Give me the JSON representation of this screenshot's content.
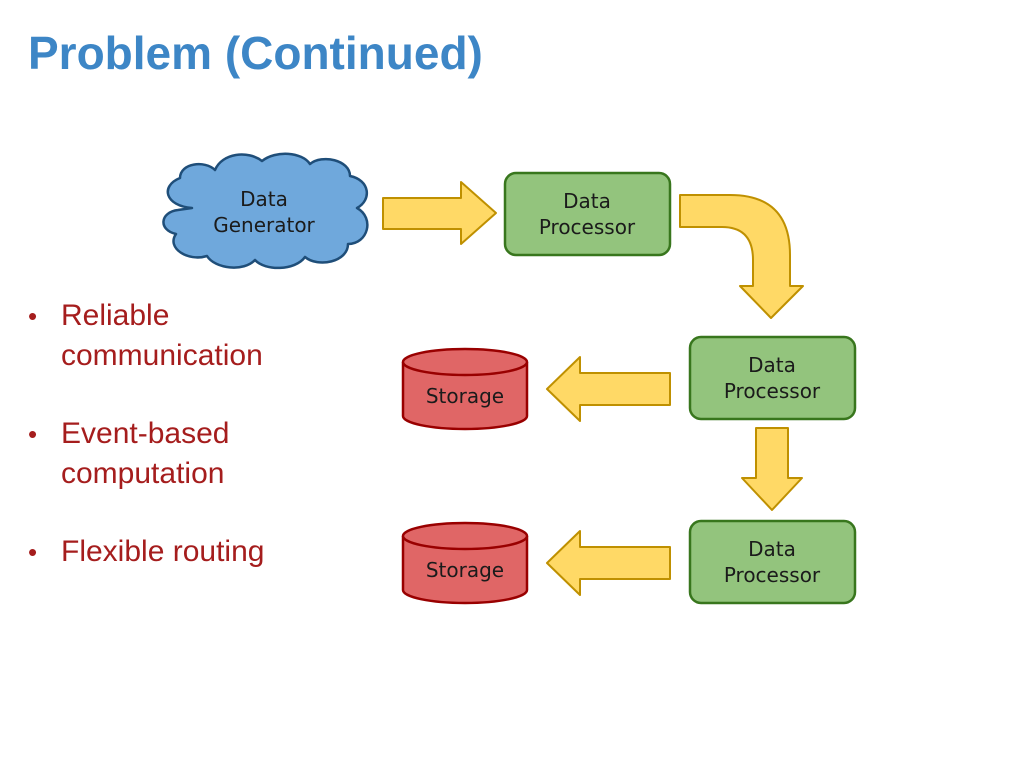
{
  "slide": {
    "title": "Problem (Continued)"
  },
  "bullets": [
    "Reliable communication",
    "Event-based computation",
    "Flexible routing"
  ],
  "diagram": {
    "generator": {
      "line1": "Data",
      "line2": "Generator"
    },
    "processors": [
      {
        "line1": "Data",
        "line2": "Processor"
      },
      {
        "line1": "Data",
        "line2": "Processor"
      },
      {
        "line1": "Data",
        "line2": "Processor"
      }
    ],
    "storages": [
      {
        "label": "Storage"
      },
      {
        "label": "Storage"
      }
    ],
    "colors": {
      "title": "#3d86c6",
      "bullets": "#a51d1d",
      "cloud_fill": "#6fa8dc",
      "processor_fill": "#93c47d",
      "storage_fill": "#e06666",
      "arrow_fill": "#ffd966"
    }
  }
}
